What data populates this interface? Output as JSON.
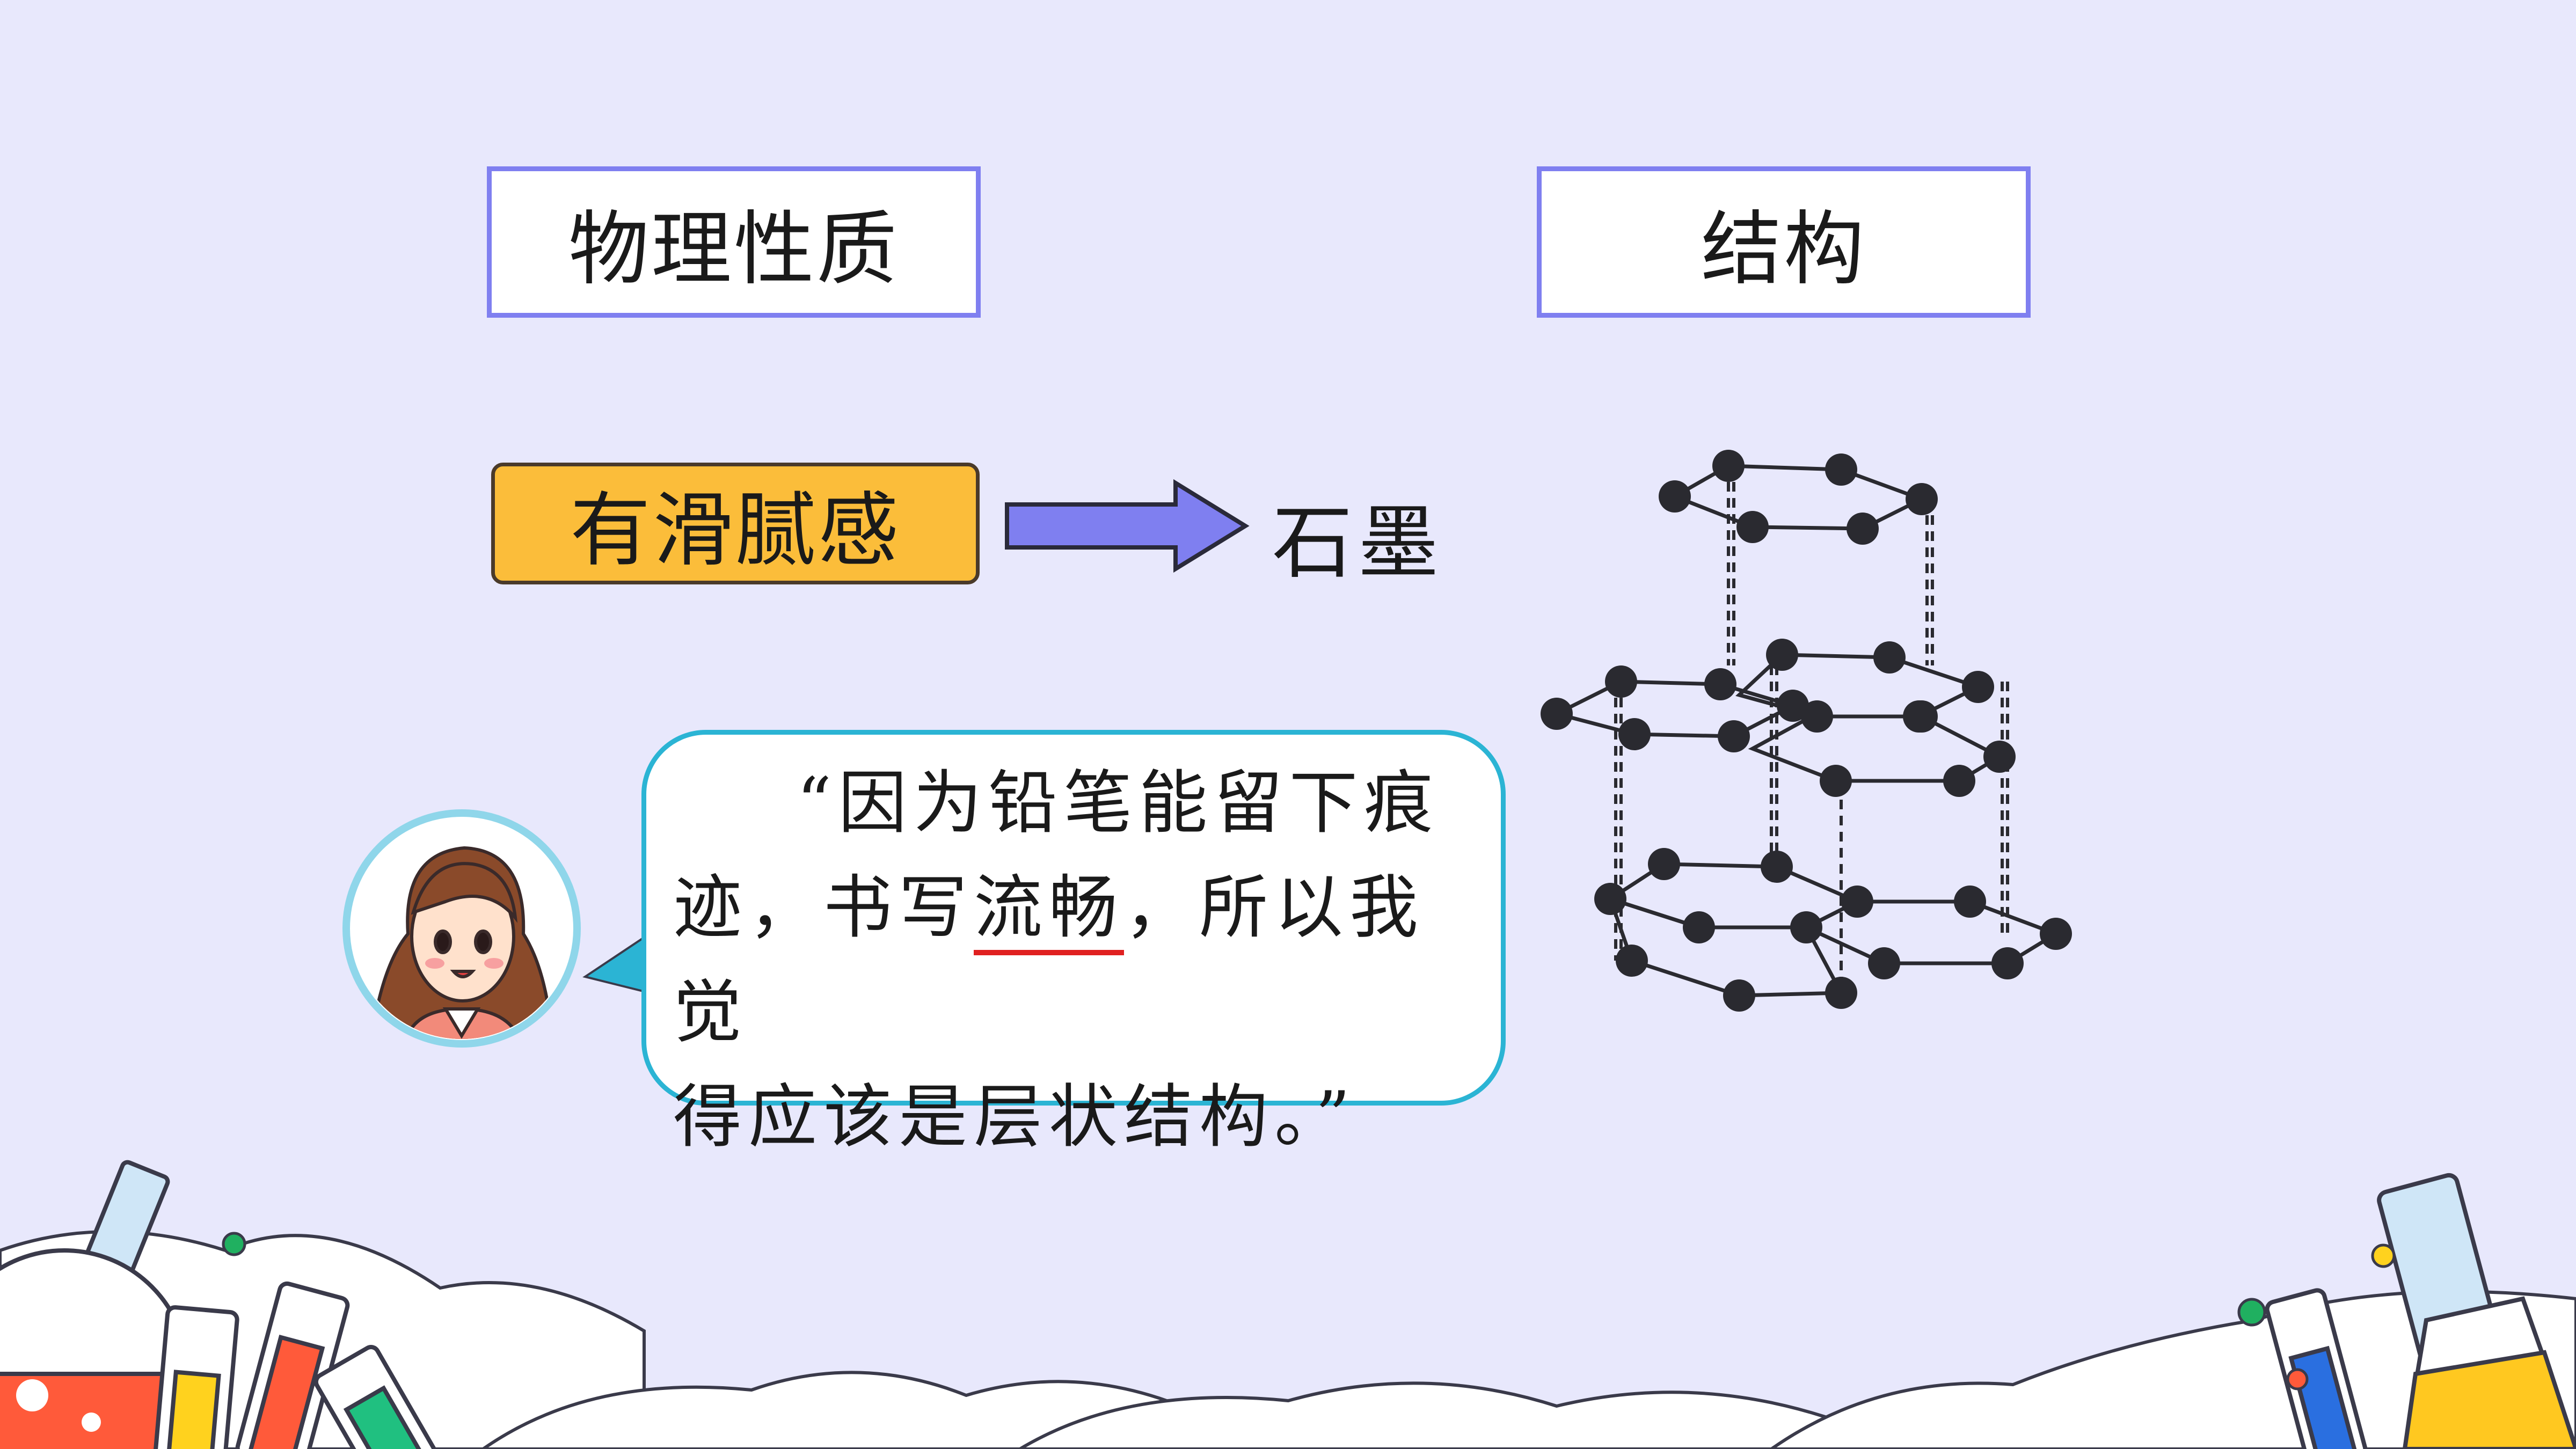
{
  "headers": {
    "physical_property": "物理性质",
    "structure": "结构"
  },
  "property_box": {
    "label": "有滑腻感"
  },
  "result_label": "石墨",
  "speech": {
    "quote_open": "“",
    "line1": "因为铅笔能留下痕",
    "line2_a": "迹，书写",
    "line2_underlined": "流畅",
    "line2_b": "，所以我觉",
    "line3": "得应该是层状结构。”"
  },
  "colors": {
    "background": "#e8e8fc",
    "header_border": "#7f7ff0",
    "property_fill": "#fbbd3a",
    "arrow_fill": "#7f7ff0",
    "bubble_border": "#2bb4d4",
    "underline": "#e02020",
    "atom": "#2a2a30"
  },
  "icons": {
    "arrow": "right-arrow-icon",
    "avatar": "girl-avatar-icon",
    "molecule": "graphite-layer-structure-icon"
  }
}
